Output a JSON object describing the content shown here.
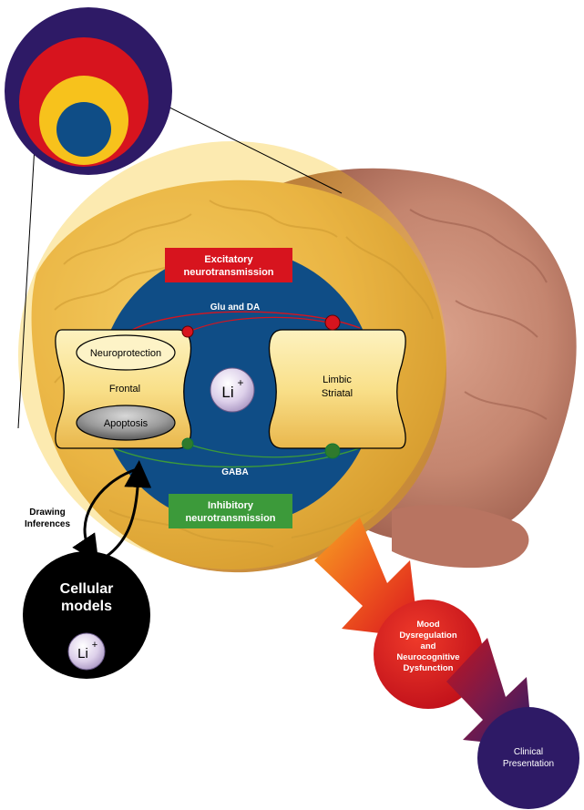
{
  "excitatory": {
    "label_line1": "Excitatory",
    "label_line2": "neurotransmission",
    "pathway": "Glu and DA"
  },
  "inhibitory": {
    "label_line1": "Inhibitory",
    "label_line2": "neurotransmission",
    "pathway": "GABA"
  },
  "frontal": {
    "name": "Frontal",
    "top_oval": "Neuroprotection",
    "bottom_oval": "Apoptosis"
  },
  "limbic": {
    "line1": "Limbic",
    "line2": "Striatal"
  },
  "lithium": {
    "symbol": "Li",
    "charge": "+"
  },
  "inference": {
    "line1": "Drawing",
    "line2": "Inferences"
  },
  "cellular": {
    "line1": "Cellular",
    "line2": "models"
  },
  "mood": {
    "line1": "Mood",
    "line2": "Dysregulation",
    "line3": "and",
    "line4": "Neurocognitive",
    "line5": "Dysfunction"
  },
  "clinical": {
    "line1": "Clinical",
    "line2": "Presentation"
  },
  "colors": {
    "outer_ring": "#2e1a66",
    "red_ring": "#d7141e",
    "yellow_ring": "#f7c21c",
    "core_blue": "#0f4d86",
    "excitatory_box": "#d7141e",
    "inhibitory_box": "#3c9a3a",
    "brain_tan": "#e6b35c",
    "brain_pink": "#c68c78"
  }
}
